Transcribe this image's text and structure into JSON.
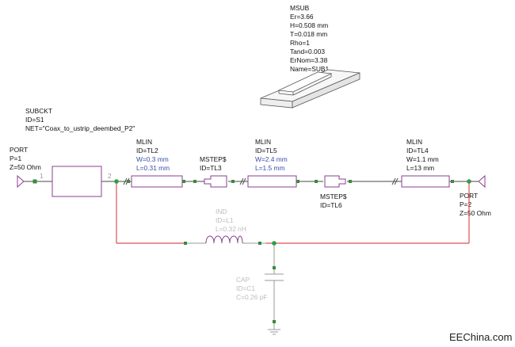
{
  "colors": {
    "component": "#8a3f8f",
    "wire_black": "#4a4a4a",
    "wire_red": "#d9534f",
    "node": "#2e9e45",
    "pin": "#3a8a3a",
    "text": "#111111",
    "param_blue": "#3a4fa8",
    "disabled": "#bdbdbd"
  },
  "msub": {
    "name": "MSUB",
    "params": [
      "Er=3.66",
      "H=0.508 mm",
      "T=0.018 mm",
      "Rho=1",
      "Tand=0.003",
      "ErNom=3.38",
      "Name=SUB1"
    ]
  },
  "subckt": {
    "name": "SUBCKT",
    "id": "ID=S1",
    "net": "NET=\"Coax_to_ustrip_deembed_P2\"",
    "pin_labels": [
      "1",
      "2"
    ]
  },
  "port1": {
    "name": "PORT",
    "params": [
      "P=1",
      "Z=50 Ohm"
    ]
  },
  "port2": {
    "name": "PORT",
    "params": [
      "P=2",
      "Z=50 Ohm"
    ]
  },
  "tl2": {
    "name": "MLIN",
    "id": "ID=TL2",
    "w": "W=0.3 mm",
    "l": "L=0.31 mm"
  },
  "tl3": {
    "name": "MSTEP$",
    "id": "ID=TL3"
  },
  "tl5": {
    "name": "MLIN",
    "id": "ID=TL5",
    "w": "W=2.4 mm",
    "l": "L=1.5 mm"
  },
  "tl6": {
    "name": "MSTEP$",
    "id": "ID=TL6"
  },
  "tl4": {
    "name": "MLIN",
    "id": "ID=TL4",
    "w": "W=1.1 mm",
    "l": "L=13 mm"
  },
  "ind": {
    "name": "IND",
    "id": "ID=L1",
    "value": "L=0.32 nH"
  },
  "cap": {
    "name": "CAP",
    "id": "ID=C1",
    "value": "C=0.26 pF"
  },
  "watermark": "EEChina.com"
}
